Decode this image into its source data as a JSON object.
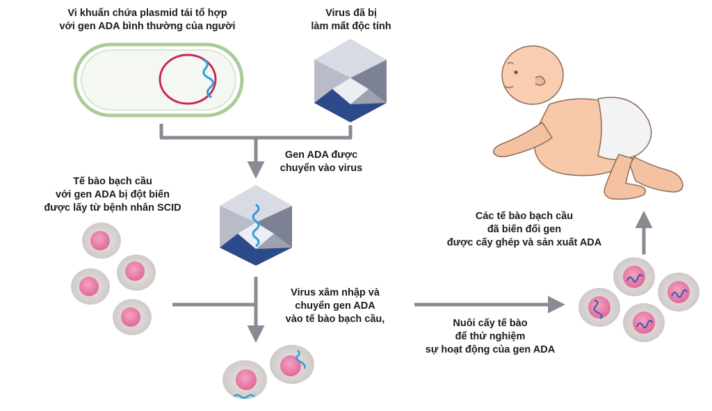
{
  "labels": {
    "bacteria": [
      "Vi khuẩn chứa plasmid tái tổ hợp",
      "với gen ADA bình thường của người"
    ],
    "virus": [
      "Virus đã bị",
      "làm mất độc tính"
    ],
    "gene_transfer": [
      "Gen ADA được",
      "chuyển vào virus"
    ],
    "white_cells": [
      "Tế bào bạch cầu",
      "với gen ADA bị đột biến",
      "được lấy từ bệnh nhân SCID"
    ],
    "infection": [
      "Virus xâm nhập  và",
      "chuyển gen ADA",
      "vào tế bào bạch cầu,"
    ],
    "culture": [
      "Nuôi cấy tế bào",
      "để thử nghiệm",
      "sự hoạt động của gen ADA"
    ],
    "transplant": [
      "Các tế bào bạch cầu",
      "đã biến đổi gen",
      "được cấy ghép và sản xuất ADA"
    ]
  },
  "colors": {
    "arrow": "#8a8a92",
    "cell_outer": "#d9d4d2",
    "nucleus": "#e879a6",
    "plasmid": "#c8245e",
    "gene": "#2f9fd6",
    "capsule_stroke": "#9cc58c",
    "virus_dark": "#2c4a8a",
    "virus_light": "#c9cbd6",
    "skin": "#f7c9a9",
    "diaper": "#f3f3f3"
  }
}
